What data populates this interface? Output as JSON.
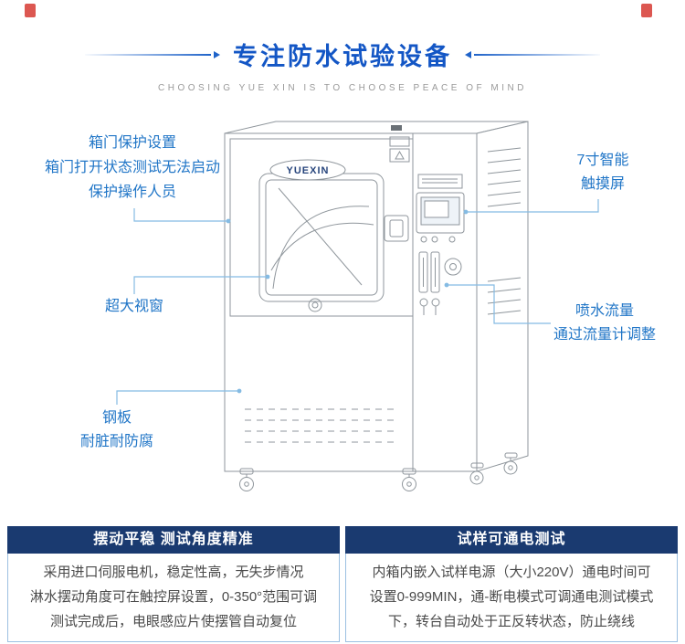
{
  "colors": {
    "accent_blue": "#1356c5",
    "callout_blue": "#2176c7",
    "connector_blue": "#85bbe3",
    "panel_header_navy": "#1a3a70",
    "corner_red": "#d8453e"
  },
  "header": {
    "title": "专注防水试验设备",
    "subtitle": "CHOOSING YUE XIN IS TO CHOOSE PEACE OF MIND"
  },
  "diagram": {
    "machine_logo": "YUEXIN",
    "callouts": [
      {
        "id": "door-protection",
        "lines": [
          "箱门保护设置",
          "箱门打开状态测试无法启动",
          "保护操作人员"
        ]
      },
      {
        "id": "large-window",
        "lines": [
          "超大视窗"
        ]
      },
      {
        "id": "steel-plate",
        "lines": [
          "钢板",
          "耐脏耐防腐"
        ]
      },
      {
        "id": "touchscreen",
        "lines": [
          "7寸智能",
          "触摸屏"
        ]
      },
      {
        "id": "spray-flow",
        "lines": [
          "喷水流量",
          "通过流量计调整"
        ]
      }
    ]
  },
  "features": [
    {
      "title": "摆动平稳 测试角度精准",
      "body": [
        "采用进口伺服电机，稳定性高，无失步情况",
        "淋水摆动角度可在触控屏设置，0-350°范围可调",
        "测试完成后，电眼感应片使摆管自动复位"
      ]
    },
    {
      "title": "试样可通电测试",
      "body": [
        "内箱内嵌入试样电源（大小220V）通电时间可",
        "设置0-999MIN，通-断电模式可调通电测试模式",
        "下，转台自动处于正反转状态，防止绕线"
      ]
    }
  ]
}
